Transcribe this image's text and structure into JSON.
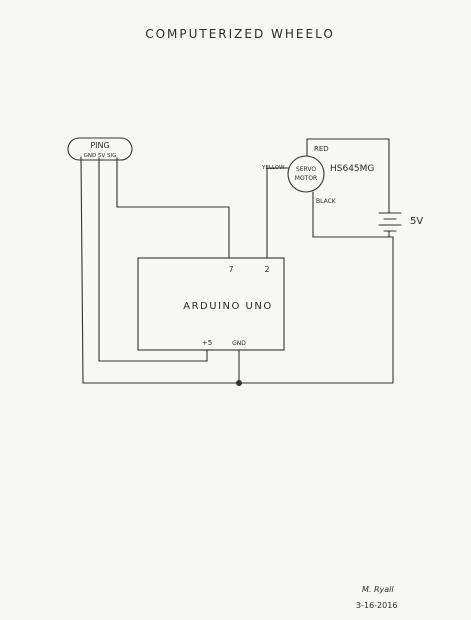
{
  "title": "COMPUTERIZED WHEELO",
  "ping": {
    "label": "PING",
    "pins": "GND 5V SIG"
  },
  "servo": {
    "label_line1": "SERVO",
    "label_line2": "MOTOR",
    "model": "HS645MG",
    "wire_red": "RED",
    "wire_yellow": "YELLOW",
    "wire_black": "BLACK"
  },
  "battery": {
    "label": "5V"
  },
  "arduino": {
    "label": "ARDUINO  UNO",
    "pin7": "7",
    "pin2": "2",
    "pin_5v": "+5",
    "pin_gnd": "GND"
  },
  "signature": {
    "name": "M. Ryall",
    "date": "3-16-2016"
  }
}
